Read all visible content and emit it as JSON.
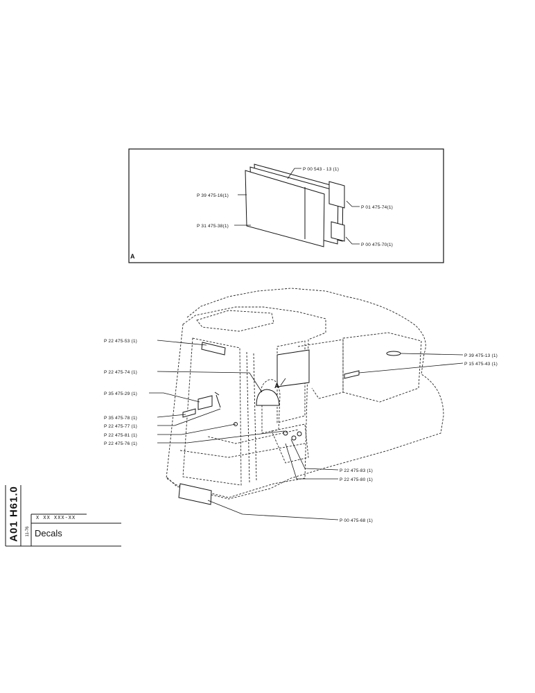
{
  "detail": {
    "view_letter": "A",
    "callouts": [
      {
        "id": "d1",
        "text": "P 00 543 - 13 (1)"
      },
      {
        "id": "d2",
        "text": "P 39 475-16(1)"
      },
      {
        "id": "d3",
        "text": "P 01 475-74(1)"
      },
      {
        "id": "d4",
        "text": "P 31 475-38(1)"
      },
      {
        "id": "d5",
        "text": "P 00 475-70(1)"
      }
    ]
  },
  "main": {
    "view_marker": "A",
    "callouts": [
      {
        "id": "m1",
        "text": "P 22 475-53 (1)"
      },
      {
        "id": "m2",
        "text": "P 22 475-74 (1)"
      },
      {
        "id": "m3",
        "text": "P 35 475-29 (1)"
      },
      {
        "id": "m4",
        "text": "P 35 475-78 (1)"
      },
      {
        "id": "m5",
        "text": "P 22 475-77 (1)"
      },
      {
        "id": "m6",
        "text": "P 22 475-81 (1)"
      },
      {
        "id": "m7",
        "text": "P 22 475-76 (1)"
      },
      {
        "id": "m8",
        "text": "P 39 475-13 (1)"
      },
      {
        "id": "m9",
        "text": "P 15 475-43 (1)"
      },
      {
        "id": "m10",
        "text": "P 22 475-83 (1)"
      },
      {
        "id": "m11",
        "text": "P 22 475-80 (1)"
      },
      {
        "id": "m12",
        "text": "P 00 475-68 (1)"
      }
    ]
  },
  "title_block": {
    "drawing_number": "A01 H61.0",
    "part_code": "X XX XXX-XX",
    "revision_date": "11-76",
    "title": "Decals"
  }
}
